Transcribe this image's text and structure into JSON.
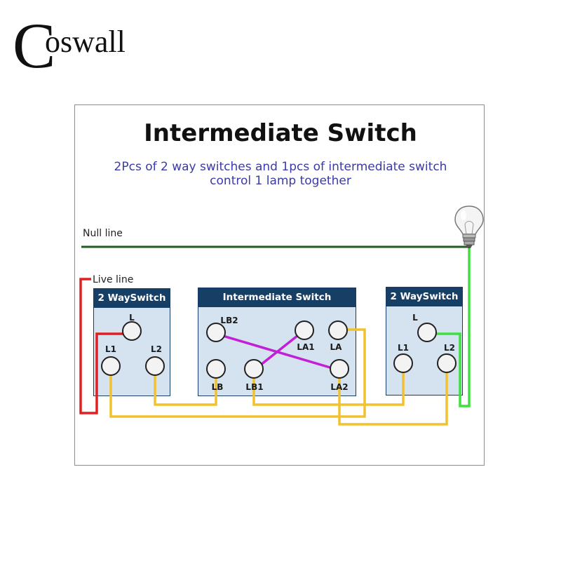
{
  "brand": {
    "name": "Coswall",
    "initial": "C",
    "rest": "oswall"
  },
  "title": "Intermediate Switch",
  "subtitle_line1": "2Pcs of 2 way switches and 1pcs of intermediate switch",
  "subtitle_line2": "control 1 lamp together",
  "null_line_label": "Null line",
  "live_line_label": "Live line",
  "switches": {
    "left": {
      "header": "2 WaySwitch",
      "terminals": {
        "L": "L",
        "L1": "L1",
        "L2": "L2"
      }
    },
    "middle": {
      "header": "Intermediate Switch",
      "terminals": {
        "LB2": "LB2",
        "LA1": "LA1",
        "LA": "LA",
        "LB": "LB",
        "LB1": "LB1",
        "LA2": "LA2"
      }
    },
    "right": {
      "header": "2 WaySwitch",
      "terminals": {
        "L": "L",
        "L1": "L1",
        "L2": "L2"
      }
    }
  },
  "wire_colors": {
    "null": "#1f5e1f",
    "live": "#e02020",
    "traveler": "#f2c12e",
    "cross": "#c21fd6",
    "lamp": "#3ee03e"
  },
  "lamp_icon": "light-bulb-icon"
}
